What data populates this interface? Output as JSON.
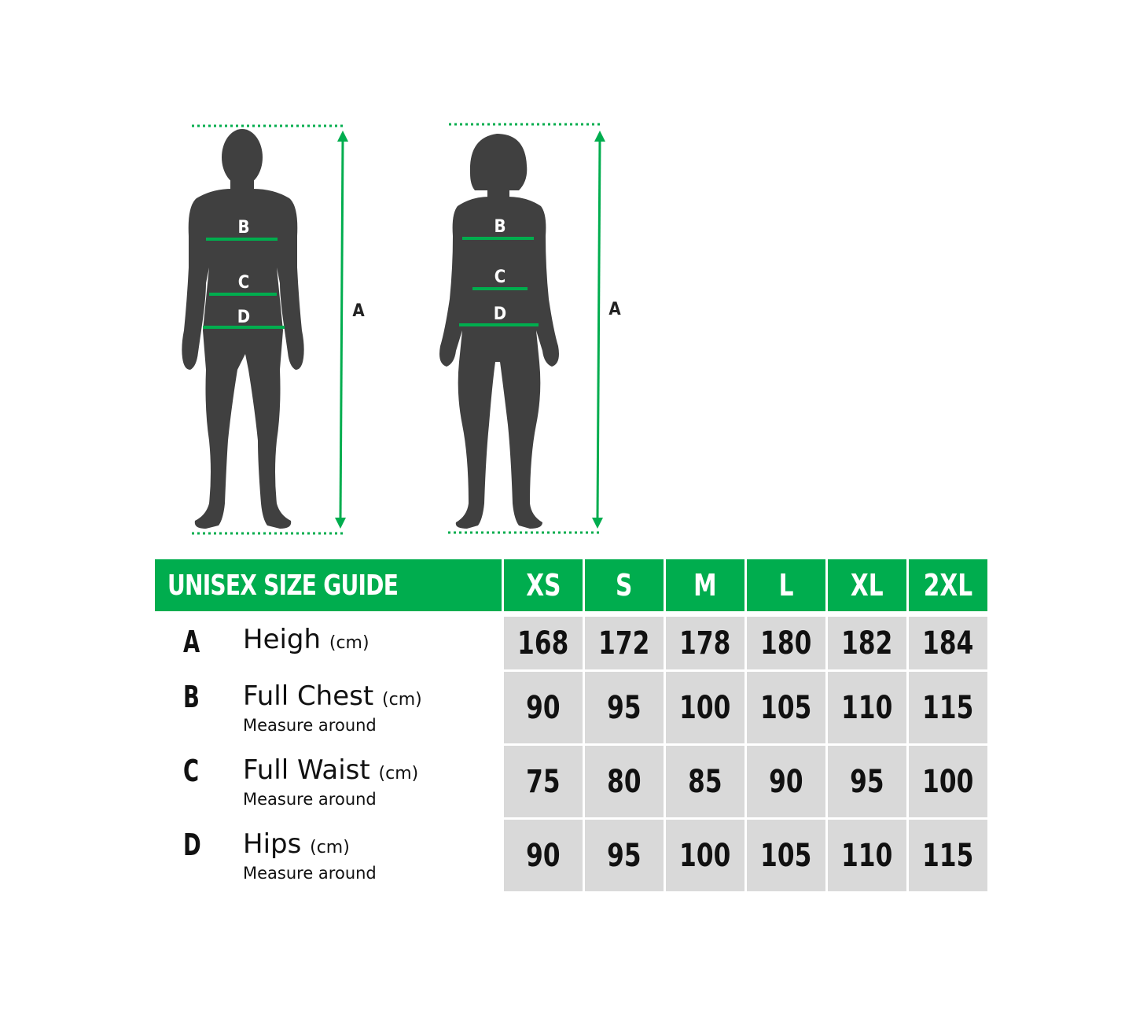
{
  "guide": {
    "title": "UNISEX SIZE GUIDE",
    "sizes": [
      "XS",
      "S",
      "M",
      "L",
      "XL",
      "2XL"
    ]
  },
  "figures": {
    "labels": {
      "a": "A",
      "b": "B",
      "c": "C",
      "d": "D"
    },
    "accent_color": "#00ad4e",
    "silhouette_color": "#404040"
  },
  "measurements": [
    {
      "letter": "A",
      "name": "Heigh",
      "unit": "(cm)",
      "note": "",
      "values": [
        "168",
        "172",
        "178",
        "180",
        "182",
        "184"
      ]
    },
    {
      "letter": "B",
      "name": "Full Chest",
      "unit": "(cm)",
      "note": "Measure around",
      "values": [
        "90",
        "95",
        "100",
        "105",
        "110",
        "115"
      ]
    },
    {
      "letter": "C",
      "name": "Full Waist",
      "unit": "(cm)",
      "note": "Measure around",
      "values": [
        "75",
        "80",
        "85",
        "90",
        "95",
        "100"
      ]
    },
    {
      "letter": "D",
      "name": "Hips",
      "unit": "(cm)",
      "note": "Measure around",
      "values": [
        "90",
        "95",
        "100",
        "105",
        "110",
        "115"
      ]
    }
  ]
}
